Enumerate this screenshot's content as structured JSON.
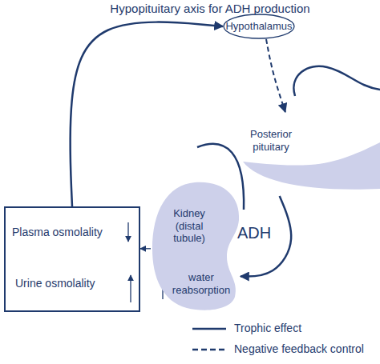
{
  "diagram": {
    "title": "Hypopituitary axis for ADH production",
    "nodes": [
      {
        "text": [
          "Hypothalamus"
        ]
      },
      {
        "text": [
          "Posterior pituitary"
        ]
      },
      {
        "text": [
          "Kidney (distal tubule)",
          "water reabsorption"
        ]
      },
      {
        "text": [
          "Plasma osmolality",
          "Urine osmolality"
        ]
      }
    ],
    "edges": [
      {
        "from": 3,
        "to": 0,
        "arrow": "to"
      },
      {
        "from": 0,
        "to": 1,
        "arrow": "to"
      },
      {
        "from": 1,
        "to": 2,
        "label": "ADH",
        "arrow": "to"
      },
      {
        "from": 2,
        "to": 3,
        "arrow": "to"
      }
    ],
    "legend": [
      {
        "text": "Trophic effect"
      },
      {
        "text": "Negative feedback control"
      }
    ]
  }
}
